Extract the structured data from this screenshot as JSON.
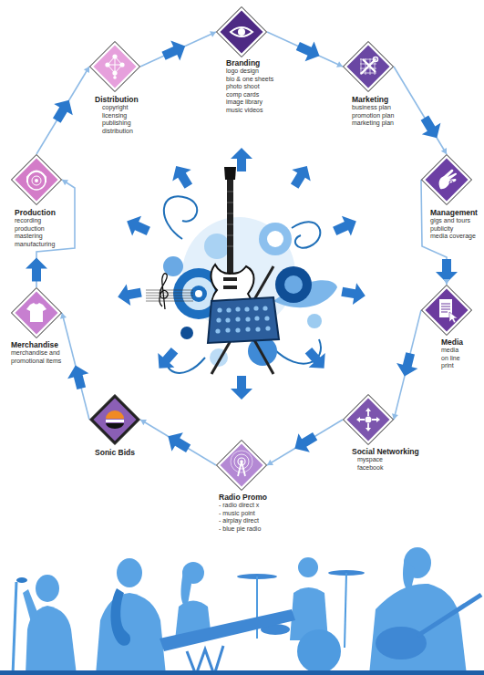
{
  "diagram": {
    "nodes": [
      {
        "text": [
          "Branding",
          "logo design",
          "bio & one sheets",
          "photo shoot",
          "comp cards",
          "image library",
          "music videos"
        ]
      },
      {
        "text": [
          "Marketing",
          "business plan",
          "promotion plan",
          "marketing plan"
        ]
      },
      {
        "text": [
          "Management",
          "gigs and tours",
          "publicity",
          "media coverage"
        ]
      },
      {
        "text": [
          "Media",
          "media",
          "on line",
          "print"
        ]
      },
      {
        "text": [
          "Social Networking",
          "myspace",
          "facebook"
        ]
      },
      {
        "text": [
          "Radio Promo",
          "- radio direct x",
          "- music point",
          "- airplay direct",
          "- blue pie radio"
        ]
      },
      {
        "text": [
          "Sonic Bids"
        ]
      },
      {
        "text": [
          "Merchandise",
          "merchandise and promotional items"
        ]
      },
      {
        "text": [
          "Production",
          "recording",
          "production",
          "mastering",
          "manufacturing"
        ]
      },
      {
        "text": [
          "Distribution",
          "copyright",
          "licensing",
          "publishing",
          "distribution"
        ]
      }
    ],
    "edges": [
      {
        "from": 0,
        "to": 1,
        "arrow": "to"
      },
      {
        "from": 1,
        "to": 2,
        "arrow": "to"
      },
      {
        "from": 2,
        "to": 3,
        "arrow": "to"
      },
      {
        "from": 3,
        "to": 4,
        "arrow": "to"
      },
      {
        "from": 4,
        "to": 5,
        "arrow": "to"
      },
      {
        "from": 5,
        "to": 6,
        "arrow": "to"
      },
      {
        "from": 6,
        "to": 7,
        "arrow": "to"
      },
      {
        "from": 7,
        "to": 8,
        "arrow": "to"
      },
      {
        "from": 8,
        "to": 9,
        "arrow": "to"
      },
      {
        "from": 9,
        "to": 0,
        "arrow": "to"
      }
    ]
  }
}
